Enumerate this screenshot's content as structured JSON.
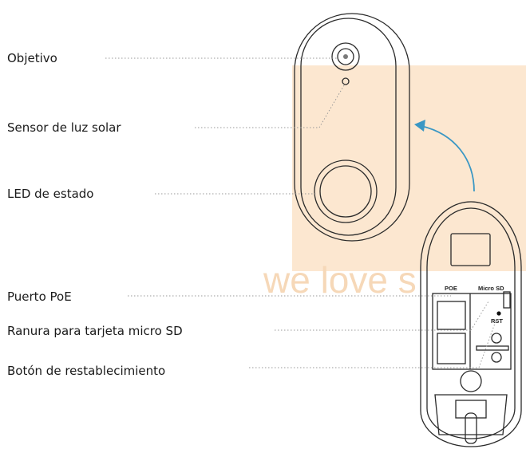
{
  "labels": {
    "lens": "Objetivo",
    "sun_sensor": "Sensor de luz solar",
    "status_led": "LED de estado",
    "poe_port": "Puerto PoE",
    "sd_slot": "Ranura para tarjeta micro SD",
    "reset_button": "Botón de restablecimiento"
  },
  "back_labels": {
    "poe": "POE",
    "micro_sd": "Micro SD",
    "rst": "RST"
  },
  "watermark": {
    "text": "we love s",
    "color": "#f6d8b8"
  },
  "colors": {
    "highlight": "#fbe3c8",
    "arrow": "#3a97c4"
  }
}
